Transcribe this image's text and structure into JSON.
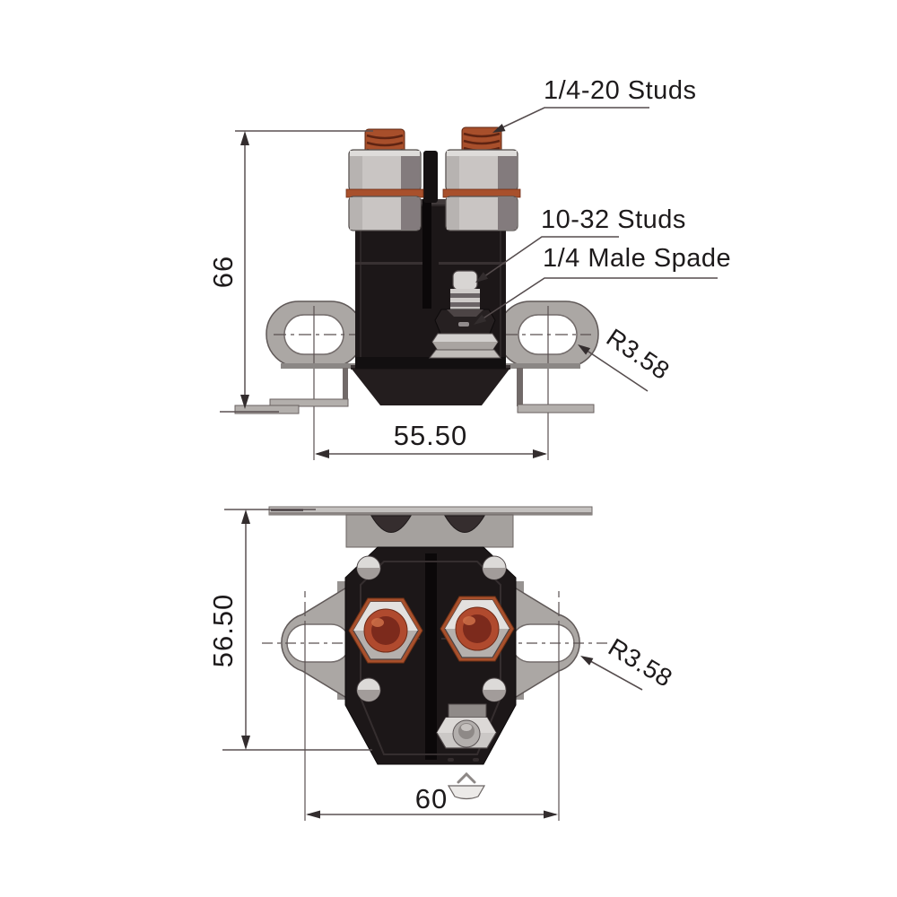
{
  "labels": {
    "studs_quarter_twenty": "1/4-20 Studs",
    "studs_ten_thirty_two": "10-32 Studs",
    "male_spade": "1/4 Male Spade"
  },
  "dimensions": {
    "front_height": "66",
    "front_slot_spacing": "55.50",
    "top_depth": "56.50",
    "top_slot_spacing": "60",
    "front_slot_radius": "R3.58",
    "top_slot_radius": "R3.58"
  },
  "colors": {
    "background": "#ffffff",
    "dimension_line": "#5a5152",
    "text": "#1d1a1b",
    "body_black": "#1c1718",
    "metal_silver": "#c9c5c3",
    "copper_stud": "#a84f2b",
    "terminal_red": "#b04a2e",
    "bracket_gray": "#aba7a4"
  }
}
